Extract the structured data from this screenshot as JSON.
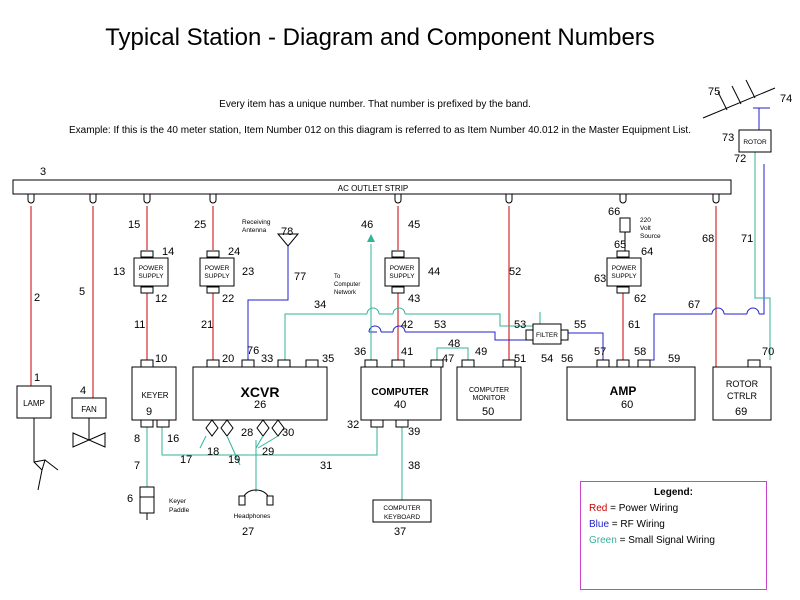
{
  "title": "Typical Station - Diagram and Component Numbers",
  "notes": [
    "Every item has a unique number. That number is prefixed by the band.",
    "Example: If this is the 40 meter station, Item Number 012 on this diagram is referred to as Item Number 40.012 in the Master Equipment List."
  ],
  "strip_label": "AC OUTLET STRIP",
  "components": {
    "lamp": "LAMP",
    "fan": "FAN",
    "keyer": "KEYER",
    "xcvr": "XCVR",
    "computer": "COMPUTER",
    "monitor_1": "COMPUTER",
    "monitor_2": "MONITOR",
    "amp": "AMP",
    "rotor_ctrl_1": "ROTOR",
    "rotor_ctrl_2": "CTRLR",
    "rotor": "ROTOR",
    "filter": "FILTER",
    "keyboard_1": "COMPUTER",
    "keyboard_2": "KEYBOARD",
    "power_1": "POWER",
    "power_2": "SUPPLY",
    "receiving_1": "Receiving",
    "receiving_2": "Antenna",
    "network_1": "To",
    "network_2": "Computer",
    "network_3": "Network",
    "volt_1": "220",
    "volt_2": "Volt",
    "volt_3": "Source",
    "paddle_1": "Keyer",
    "paddle_2": "Paddle",
    "headphones": "Headphones"
  },
  "numbers": {
    "n1": "1",
    "n2": "2",
    "n3": "3",
    "n4": "4",
    "n5": "5",
    "n6": "6",
    "n7": "7",
    "n8": "8",
    "n9": "9",
    "n10": "10",
    "n11": "11",
    "n12": "12",
    "n13": "13",
    "n14": "14",
    "n15": "15",
    "n16": "16",
    "n17": "17",
    "n18": "18",
    "n19": "19",
    "n20": "20",
    "n21": "21",
    "n22": "22",
    "n23": "23",
    "n24": "24",
    "n25": "25",
    "n26": "26",
    "n27": "27",
    "n28": "28",
    "n29": "29",
    "n30": "30",
    "n31": "31",
    "n32": "32",
    "n33": "33",
    "n34": "34",
    "n35": "35",
    "n36": "36",
    "n37": "37",
    "n38": "38",
    "n39": "39",
    "n40": "40",
    "n41": "41",
    "n42": "42",
    "n43": "43",
    "n44": "44",
    "n45": "45",
    "n46": "46",
    "n47": "47",
    "n48": "48",
    "n49": "49",
    "n50": "50",
    "n51": "51",
    "n52": "52",
    "n53a": "53",
    "n53b": "53",
    "n54": "54",
    "n55": "55",
    "n56": "56",
    "n57": "57",
    "n58": "58",
    "n59": "59",
    "n60": "60",
    "n61": "61",
    "n62": "62",
    "n63": "63",
    "n64": "64",
    "n65": "65",
    "n66": "66",
    "n67": "67",
    "n68": "68",
    "n69": "69",
    "n70": "70",
    "n71": "71",
    "n72": "72",
    "n73": "73",
    "n74": "74",
    "n75": "75",
    "n76": "76",
    "n77": "77",
    "n78": "78"
  },
  "legend": {
    "title": "Legend:",
    "red_word": "Red",
    "red_text": " = Power Wiring",
    "blue_word": "Blue",
    "blue_text": " = RF Wiring",
    "green_word": "Green",
    "green_text": " = Small Signal Wiring"
  },
  "colors": {
    "power": "#cc0000",
    "rf": "#2222cc",
    "signal": "#33b39a",
    "legend_border": "#cc44cc"
  }
}
